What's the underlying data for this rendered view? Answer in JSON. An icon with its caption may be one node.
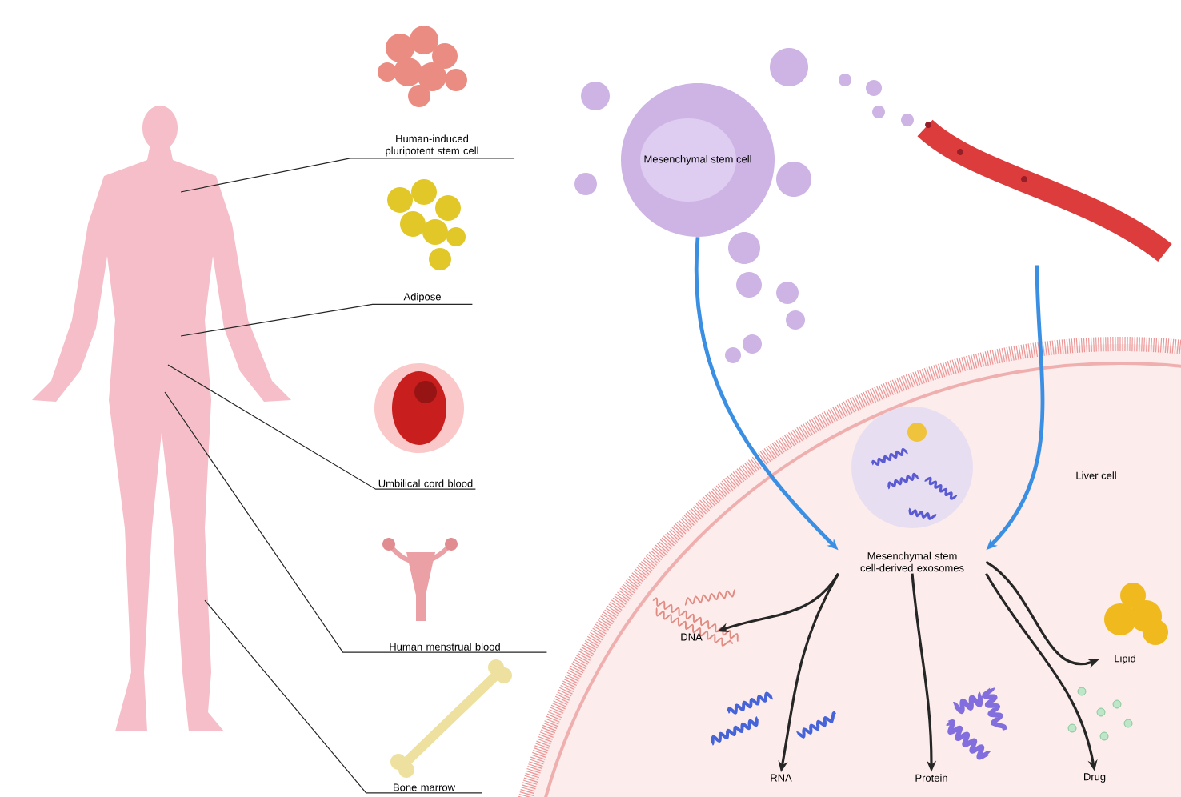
{
  "diagram": {
    "nodes": [
      {
        "text": [],
        "shape": "person"
      },
      {
        "text": [
          "Human-induced pluripotent stem cell"
        ]
      },
      {
        "text": [
          "Adipose"
        ]
      },
      {
        "text": [
          "Umbilical cord blood"
        ]
      },
      {
        "text": [
          "Human menstrual blood"
        ]
      },
      {
        "text": [
          "Bone marrow"
        ]
      },
      {
        "text": [
          "Mesenchymal stem cell"
        ]
      },
      {
        "text": [],
        "shape": "picture"
      },
      {
        "text": [
          "Liver cell"
        ]
      },
      {
        "text": [
          "Mesenchymal stem cell-derived exosomes"
        ],
        "in": 8
      },
      {
        "text": [
          "DNA"
        ],
        "in": 8
      },
      {
        "text": [
          "RNA"
        ],
        "in": 8
      },
      {
        "text": [
          "Protein"
        ],
        "in": 8
      },
      {
        "text": [
          "Drug"
        ],
        "in": 8
      },
      {
        "text": [
          "Lipid"
        ],
        "in": 8
      }
    ],
    "edges": [
      {
        "from": 1,
        "to": 0,
        "arrow": "none"
      },
      {
        "from": 2,
        "to": 0,
        "arrow": "none"
      },
      {
        "from": 3,
        "to": 0,
        "arrow": "none"
      },
      {
        "from": 4,
        "to": 0,
        "arrow": "none"
      },
      {
        "from": 5,
        "to": 0,
        "arrow": "none"
      },
      {
        "from": 6,
        "to": 9,
        "arrow": "to",
        "color": "#3b8fe3"
      },
      {
        "from": 7,
        "to": 9,
        "arrow": "to",
        "color": "#3b8fe3"
      },
      {
        "from": 9,
        "to": 10,
        "arrow": "to"
      },
      {
        "from": 9,
        "to": 11,
        "arrow": "to"
      },
      {
        "from": 9,
        "to": 12,
        "arrow": "to"
      },
      {
        "from": 9,
        "to": 13,
        "arrow": "to"
      },
      {
        "from": 9,
        "to": 14,
        "arrow": "to"
      }
    ]
  }
}
